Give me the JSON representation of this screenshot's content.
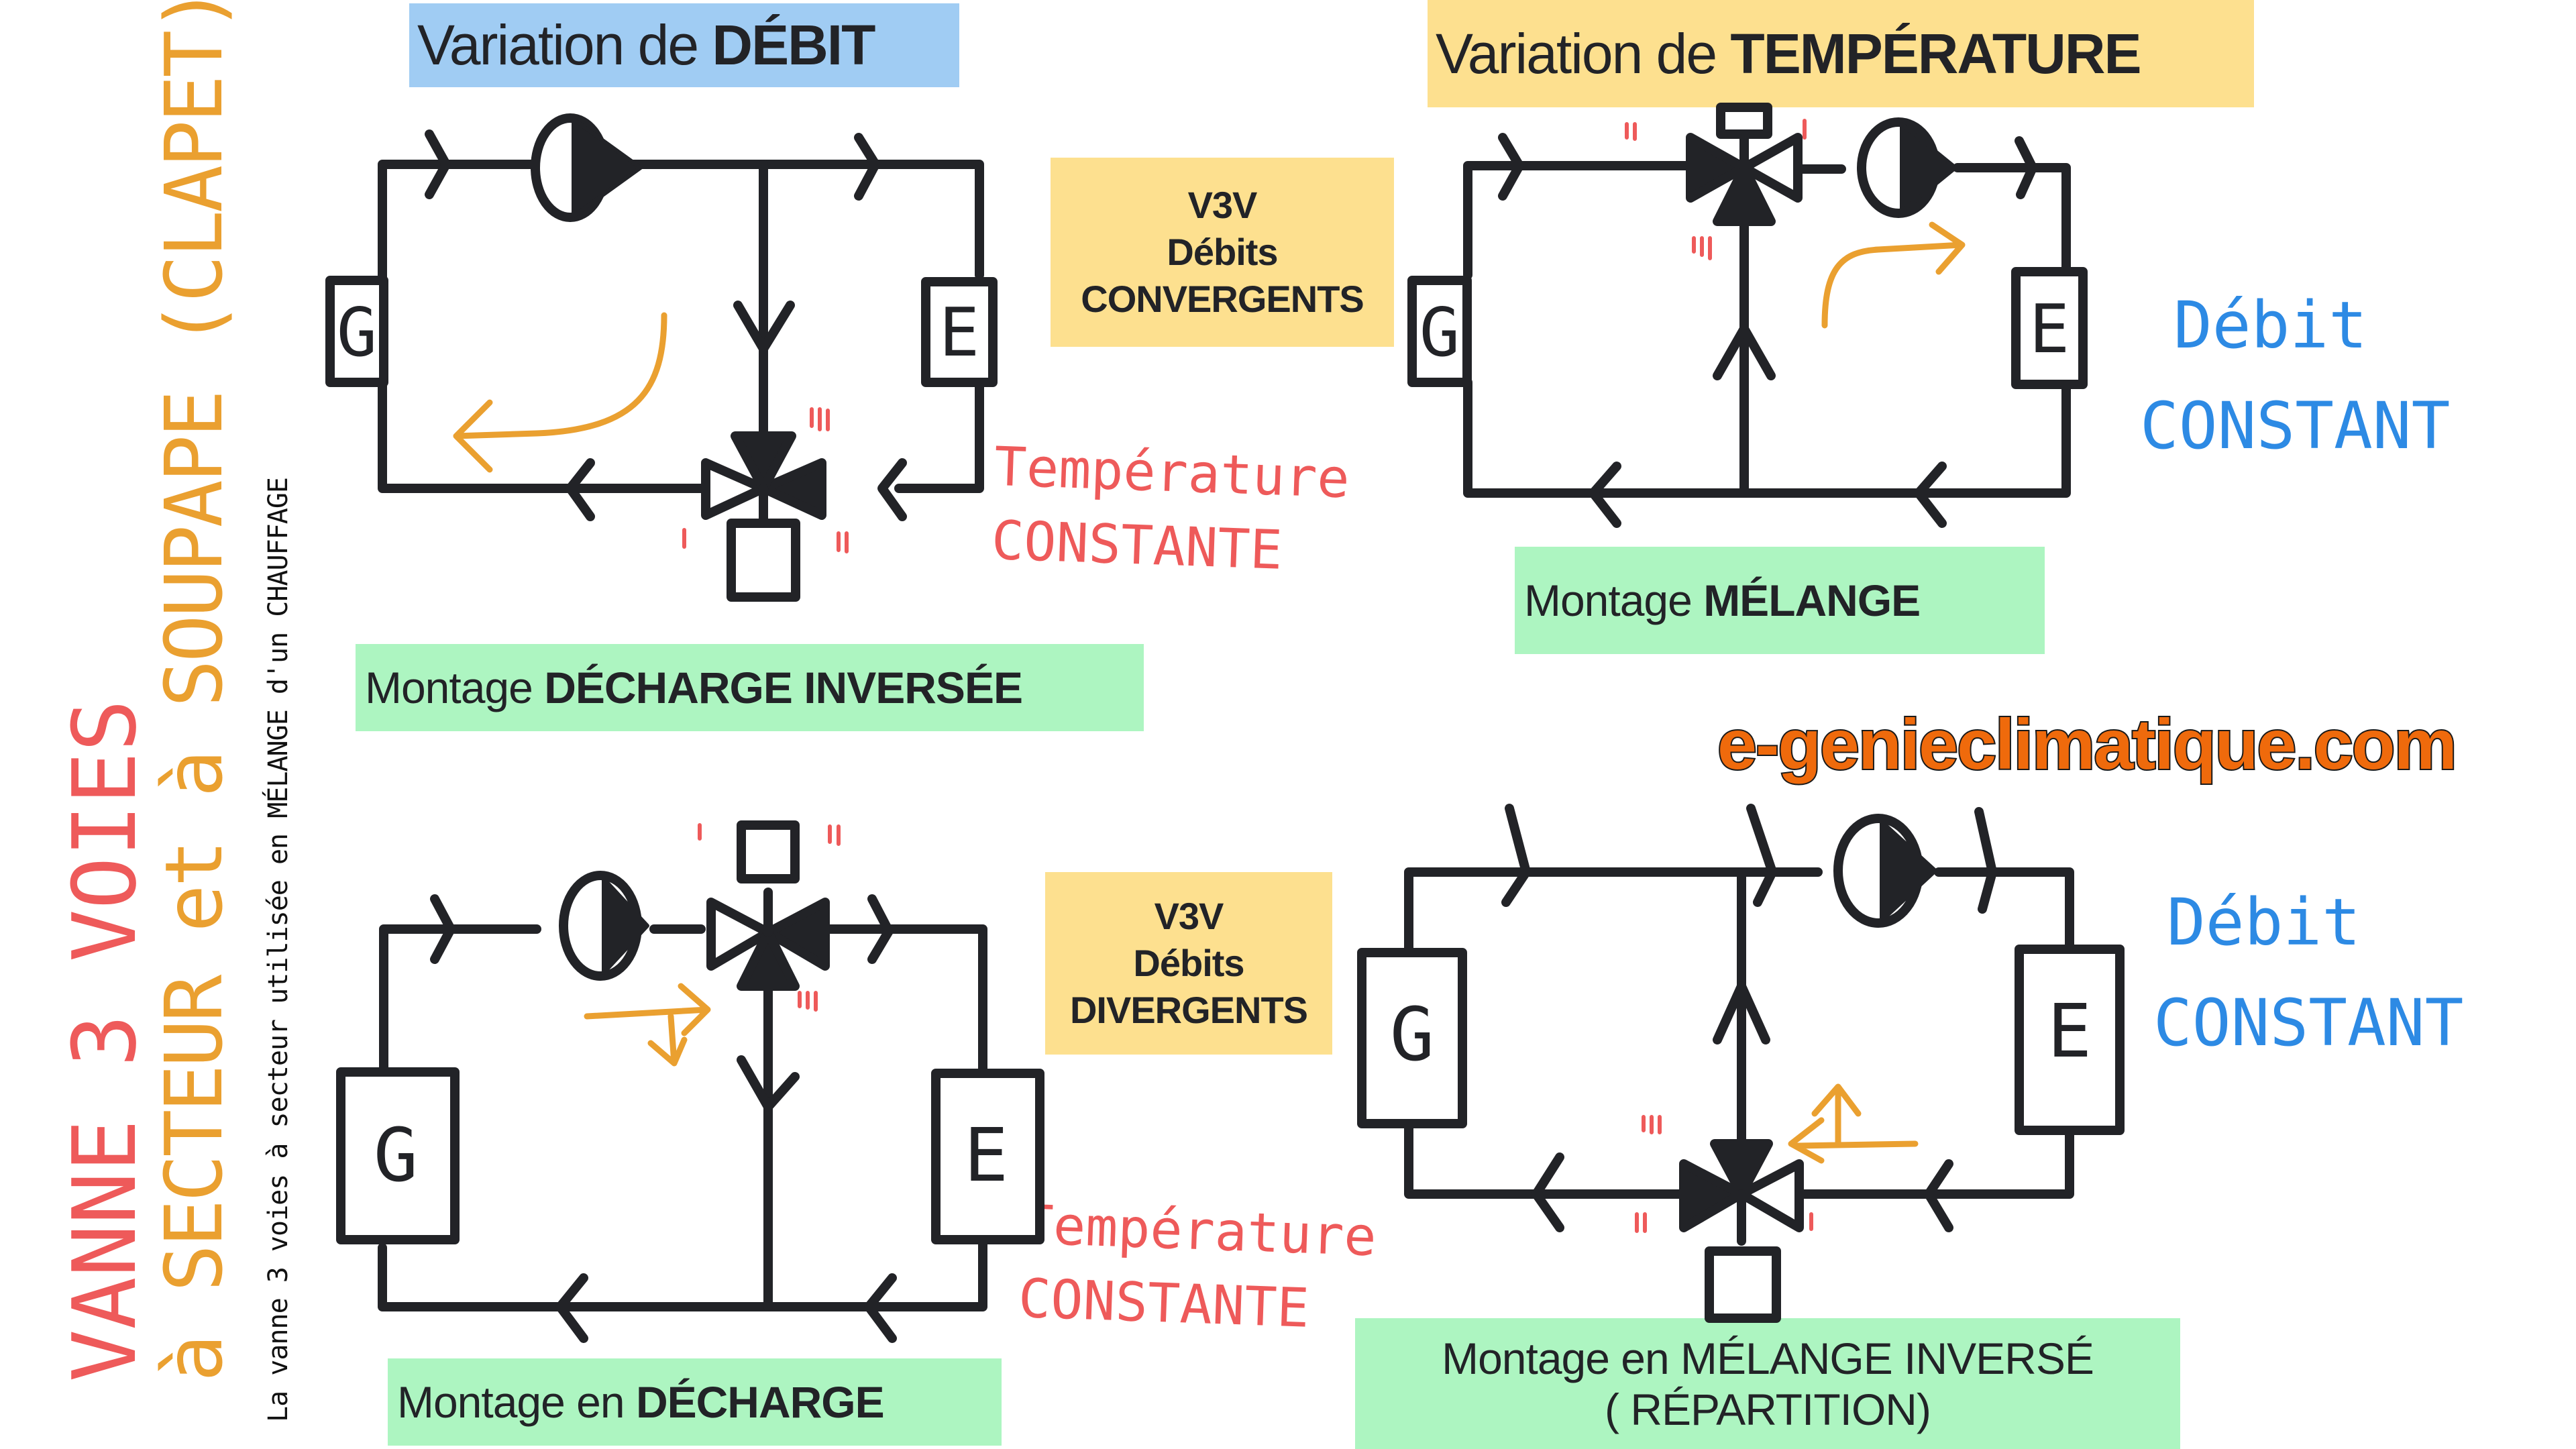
{
  "titles": {
    "flow_variation": {
      "prefix": "Variation de ",
      "strong": "DÉBIT",
      "color": "#a0ccf3"
    },
    "temperature_variation": {
      "prefix": "Variation de ",
      "strong": "TEMPÉRATURE",
      "color": "#fde08f"
    }
  },
  "notes": {
    "converging": {
      "line1": "V3V",
      "line2": "Débits",
      "line3": "CONVERGENTS"
    },
    "diverging": {
      "line1": "V3V",
      "line2": "Débits",
      "line3": "DIVERGENTS"
    }
  },
  "labels": {
    "reverse_bypass": {
      "prefix": "Montage ",
      "strong": "DÉCHARGE INVERSÉE"
    },
    "mixing": {
      "prefix": "Montage ",
      "strong": "MÉLANGE"
    },
    "bypass": {
      "prefix": "Montage en ",
      "strong": "DÉCHARGE"
    },
    "reverse_mixing": {
      "line1": "Montage en MÉLANGE INVERSÉ",
      "line2": "( RÉPARTITION)"
    }
  },
  "handwritten": {
    "temp_constant_1": {
      "line1": "Température",
      "line2": "CONSTANTE"
    },
    "temp_constant_2": {
      "line1": "Température",
      "line2": "CONSTANTE"
    },
    "flow_constant_1": {
      "line1": "Débit",
      "line2": "CONSTANT"
    },
    "flow_constant_2": {
      "line1": "Débit",
      "line2": "CONSTANT"
    },
    "side_title_red": "VANNE 3 VOIES",
    "side_title_orange": "à SECTEUR et à SOUPAPE (CLAPET)",
    "side_note": "La vanne 3 voies à secteur utilisée en MÉLANGE d'un CHAUFFAGE"
  },
  "diagrams": {
    "component_labels": {
      "generator": "G",
      "emitter": "E"
    },
    "port_labels": [
      "I",
      "II",
      "III"
    ]
  },
  "brand": "e-genieclimatique.com",
  "colors": {
    "red_annotation": "#ee5a5a",
    "orange_annotation": "#eaa030",
    "blue_annotation": "#2d8ae4",
    "brand_orange": "#ef6a0c",
    "ink": "#222327"
  }
}
